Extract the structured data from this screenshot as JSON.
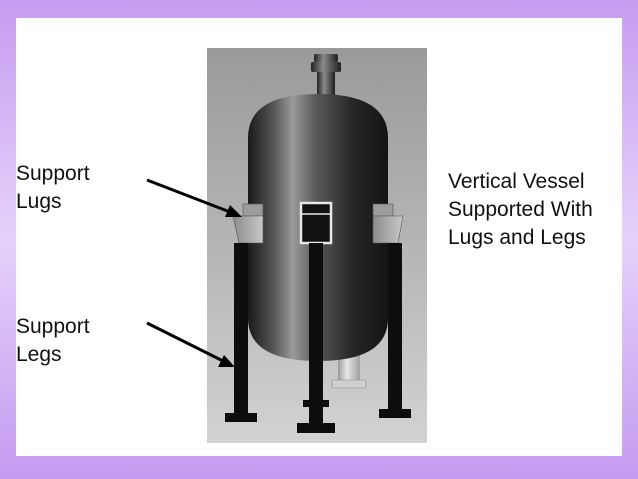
{
  "labels": {
    "support_lugs": [
      "Support",
      "Lugs"
    ],
    "support_legs": [
      "Support",
      "Legs"
    ],
    "title": [
      "Vertical Vessel",
      "Supported With",
      "Lugs and Legs"
    ]
  },
  "colors": {
    "background_frame": "#c79cf0",
    "panel": "#ffffff",
    "scene_background": "#b5b5b5",
    "vessel_dark": "#1c1c1c",
    "vessel_highlight": "#8a8a8a",
    "leg": "#0d0d0d",
    "arrow": "#000000"
  }
}
